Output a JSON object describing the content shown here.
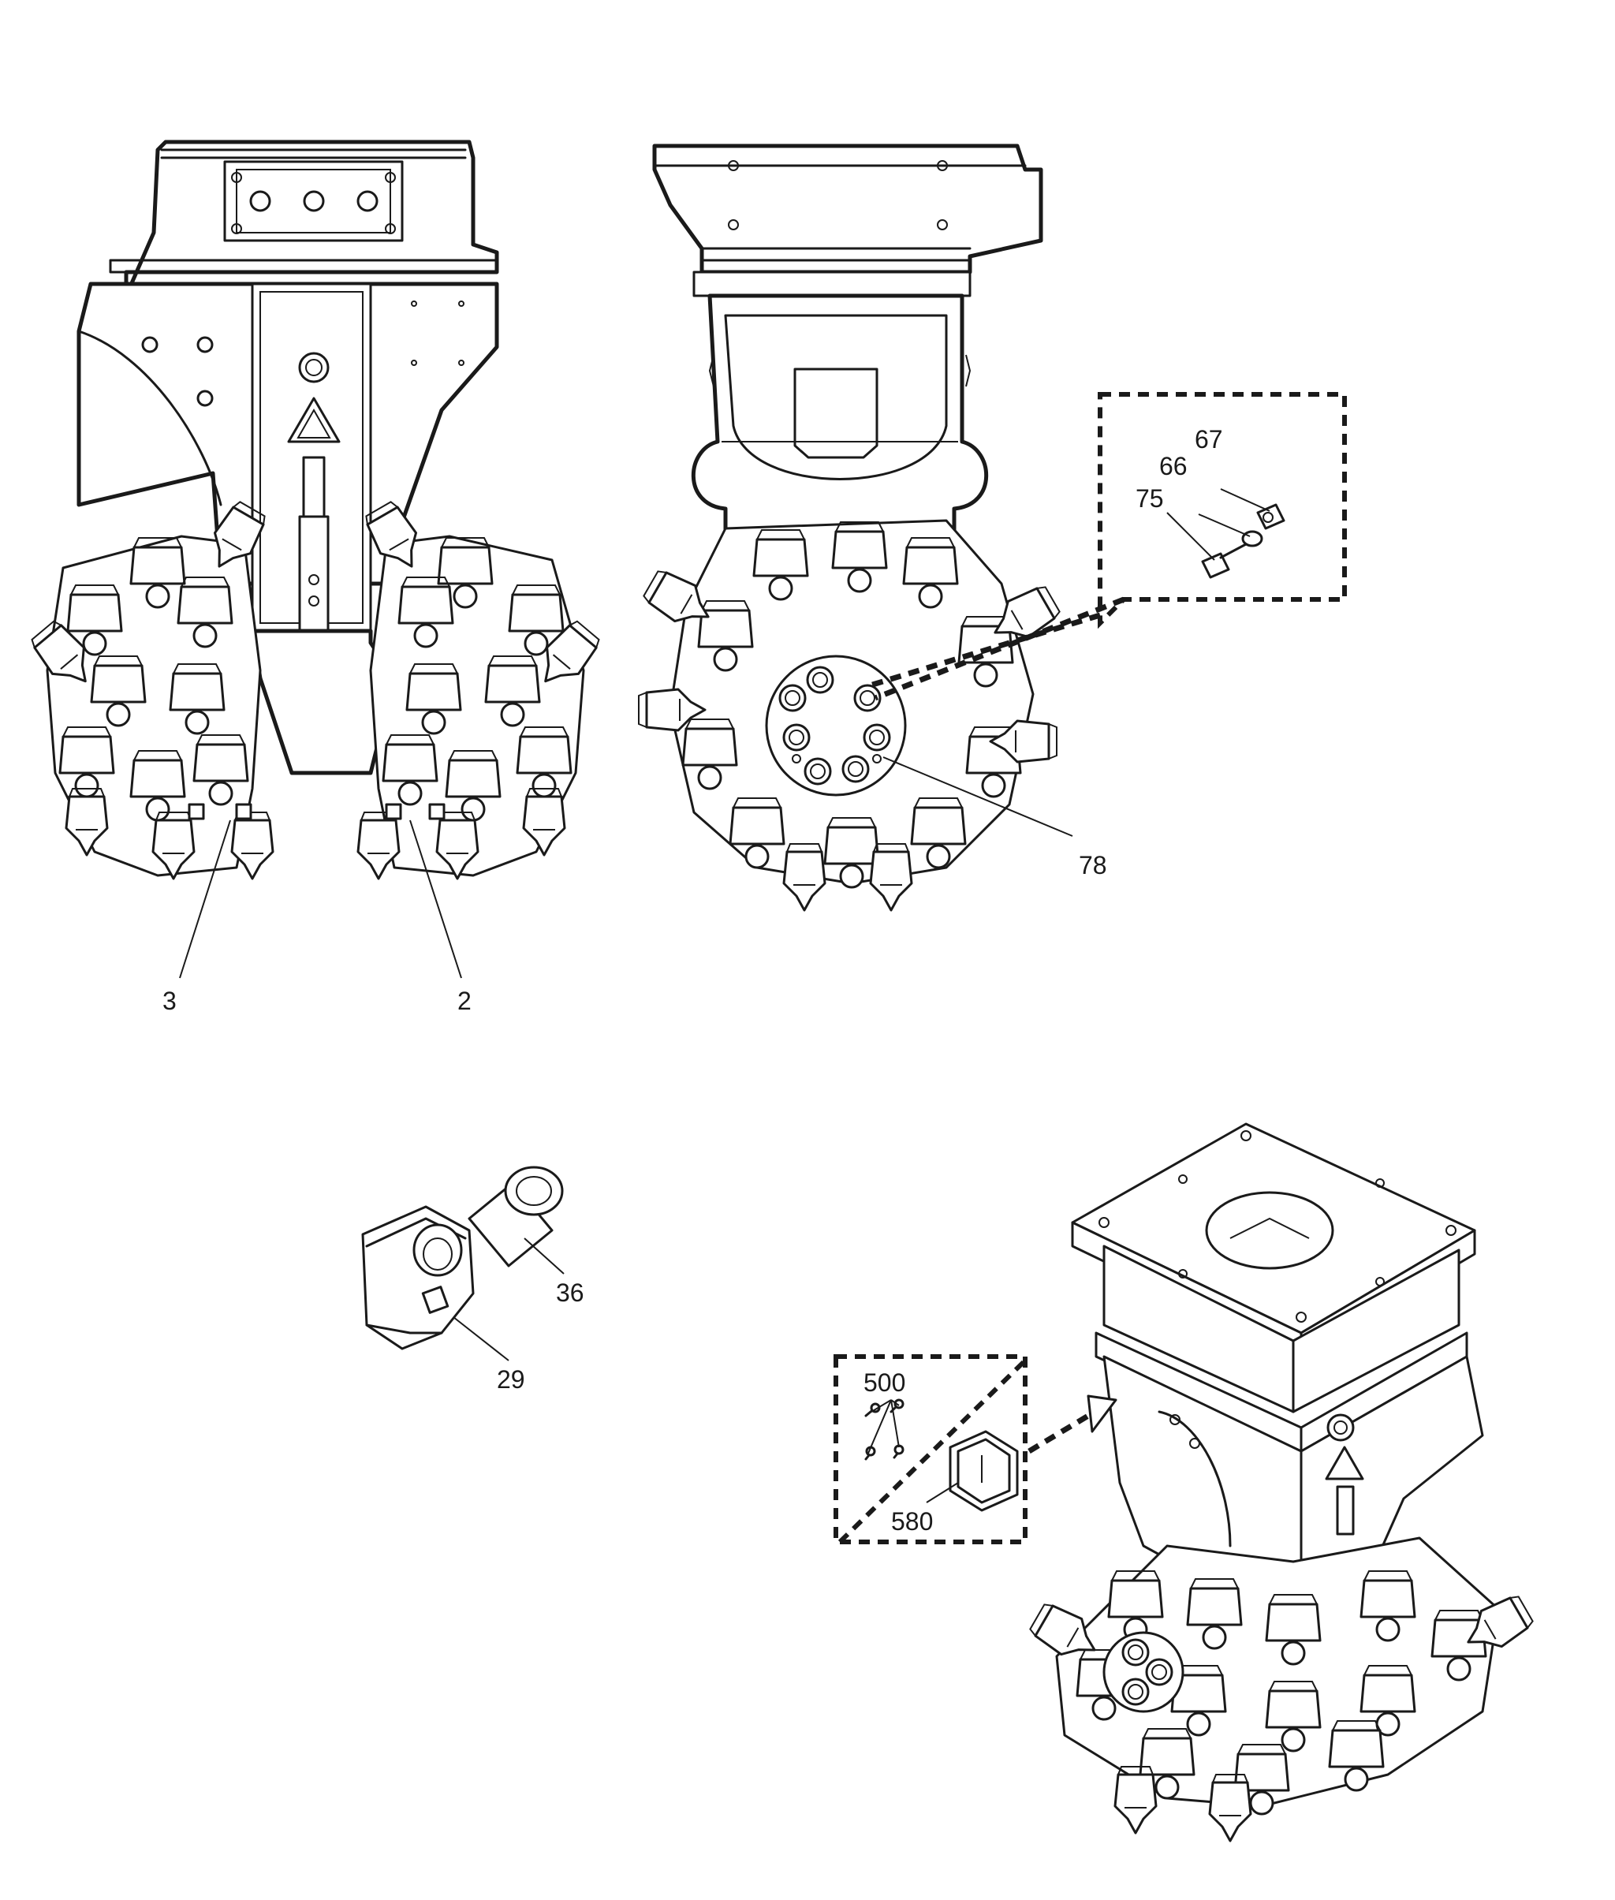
{
  "callouts": {
    "c3": "3",
    "c2": "2",
    "c78": "78",
    "c67": "67",
    "c66": "66",
    "c75": "75",
    "c36": "36",
    "c29": "29",
    "c500": "500",
    "c580": "580"
  },
  "icons": {
    "warning": "warning-triangle-icon"
  },
  "colors": {
    "line": "#1a1a1a",
    "background": "#ffffff"
  }
}
